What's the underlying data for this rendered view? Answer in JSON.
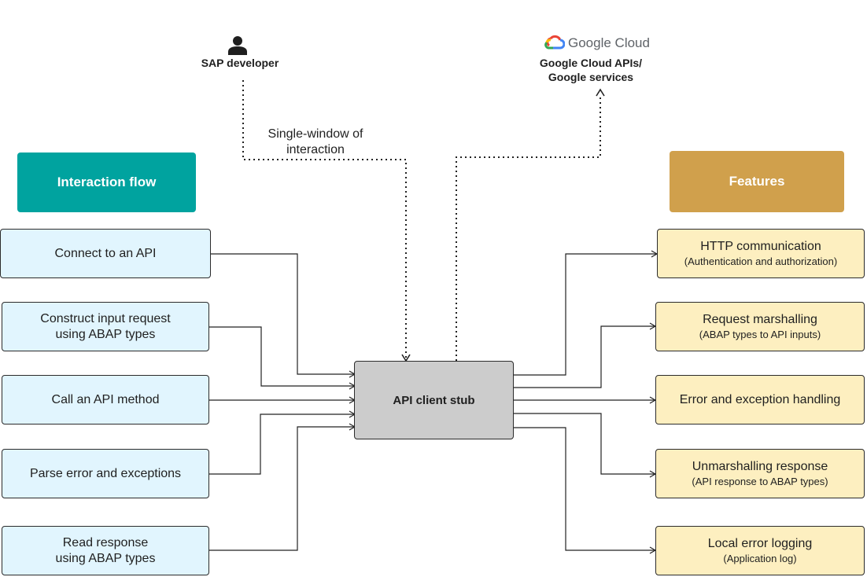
{
  "actors": {
    "developer": "SAP developer",
    "cloud_logo": "Google Cloud",
    "cloud_services": "Google Cloud APIs/\nGoogle services",
    "interaction_label": "Single-window of\ninteraction"
  },
  "headers": {
    "interaction_flow": "Interaction flow",
    "features": "Features"
  },
  "center": {
    "label": "API client stub"
  },
  "interaction_flow": [
    "Connect to an API",
    "Construct input request\nusing ABAP types",
    "Call an API method",
    "Parse error and exceptions",
    "Read response\nusing ABAP types"
  ],
  "features": [
    {
      "title": "HTTP communication",
      "subtitle": "(Authentication and authorization)"
    },
    {
      "title": "Request marshalling",
      "subtitle": "(ABAP types to API inputs)"
    },
    {
      "title": "Error and exception handling",
      "subtitle": ""
    },
    {
      "title": "Unmarshalling response",
      "subtitle": "(API response to ABAP types)"
    },
    {
      "title": "Local error logging",
      "subtitle": "(Application log)"
    }
  ],
  "colors": {
    "header_flow": "#00a39f",
    "header_features": "#d0a04c",
    "flow_box": "#e1f5fe",
    "feature_box": "#fdefc0",
    "stub_box": "#cccccc"
  },
  "icons": [
    "person-icon",
    "google-cloud-logo-icon"
  ]
}
